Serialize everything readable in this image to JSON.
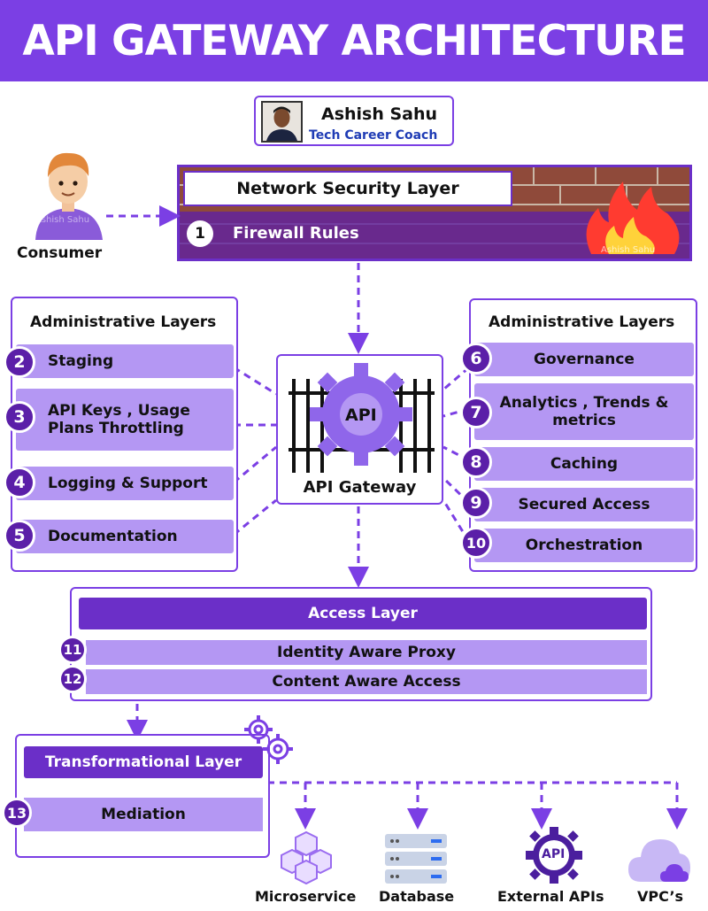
{
  "title": "API GATEWAY ARCHITECTURE",
  "author": {
    "name": "Ashish Sahu",
    "role": "Tech Career Coach"
  },
  "consumer": {
    "label": "Consumer",
    "watermark": "Ashish Sahu"
  },
  "network": {
    "title": "Network Security Layer",
    "item_number": "1",
    "item_label": "Firewall Rules",
    "watermark": "Ashish Sahu"
  },
  "admin_left": {
    "title": "Administrative Layers",
    "items": [
      {
        "num": "2",
        "label": "Staging"
      },
      {
        "num": "3",
        "label_line1": "API Keys , Usage",
        "label_line2": "Plans Throttling"
      },
      {
        "num": "4",
        "label": "Logging & Support"
      },
      {
        "num": "5",
        "label": "Documentation"
      }
    ]
  },
  "admin_right": {
    "title": "Administrative Layers",
    "items": [
      {
        "num": "6",
        "label": "Governance"
      },
      {
        "num": "7",
        "label_line1": "Analytics , Trends &",
        "label_line2": "metrics"
      },
      {
        "num": "8",
        "label": "Caching"
      },
      {
        "num": "9",
        "label": "Secured Access"
      },
      {
        "num": "10",
        "label": "Orchestration"
      }
    ]
  },
  "gateway": {
    "label": "API Gateway",
    "badge": "API"
  },
  "access": {
    "title": "Access Layer",
    "items": [
      {
        "num": "11",
        "label": "Identity Aware Proxy"
      },
      {
        "num": "12",
        "label": "Content Aware Access"
      }
    ]
  },
  "transformational": {
    "title": "Transformational Layer",
    "item_num": "13",
    "item_label": "Mediation"
  },
  "targets": [
    {
      "label": "Microservice",
      "icon": "microservice-cubes-icon"
    },
    {
      "label": "Database",
      "icon": "database-server-icon"
    },
    {
      "label": "External APIs",
      "icon": "api-gear-icon",
      "badge": "API"
    },
    {
      "label": "VPC’s",
      "icon": "cloud-icon"
    }
  ],
  "colors": {
    "primary": "#7b3fe4",
    "dark": "#5b1fa8",
    "light": "#b497f3",
    "brick": "#8f4a3a"
  }
}
